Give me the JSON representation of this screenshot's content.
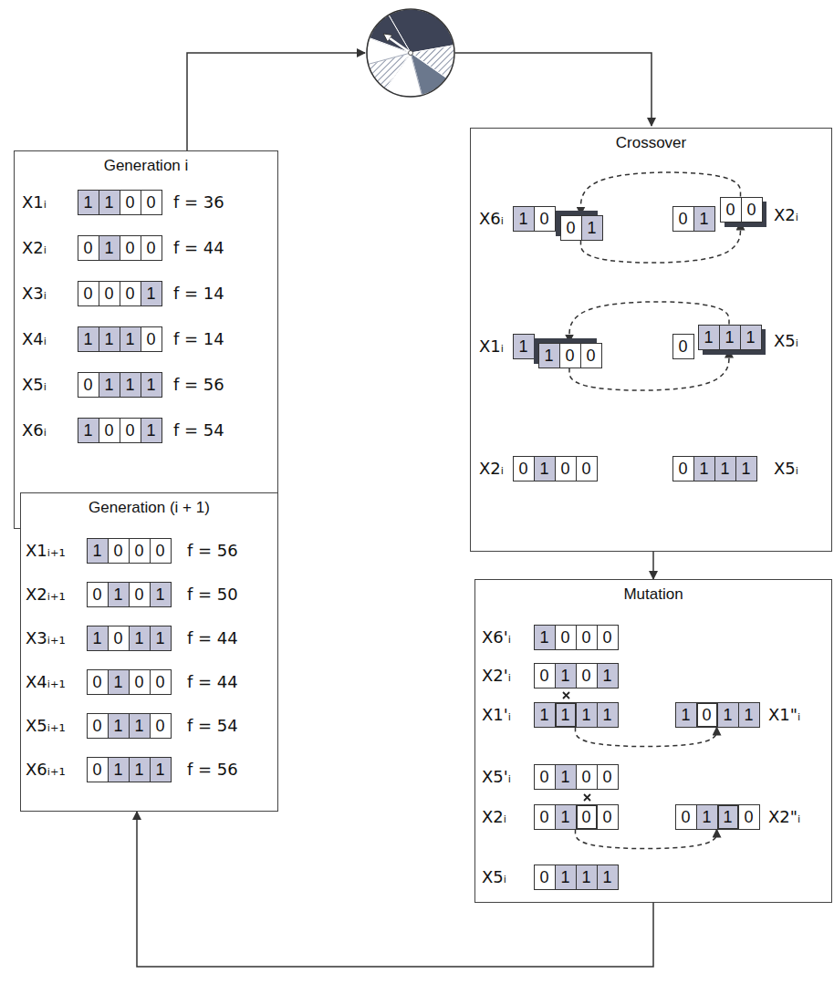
{
  "diagram": {
    "nodes": [
      {
        "text": [
          "Generation i"
        ]
      },
      {
        "text": [
          "1",
          "1",
          "0",
          "0"
        ],
        "in": 0
      },
      {
        "text": [
          "0",
          "1",
          "0",
          "0"
        ],
        "in": 0
      },
      {
        "text": [
          "0",
          "0",
          "0",
          "1"
        ],
        "in": 0
      },
      {
        "text": [
          "1",
          "1",
          "1",
          "0"
        ],
        "in": 0
      },
      {
        "text": [
          "0",
          "1",
          "1",
          "1"
        ],
        "in": 0
      },
      {
        "text": [
          "1",
          "0",
          "0",
          "1"
        ],
        "in": 0
      },
      {
        "text": [
          "Generation (i + 1)"
        ]
      },
      {
        "text": [
          "1",
          "0",
          "0",
          "0"
        ],
        "in": 7
      },
      {
        "text": [
          "0",
          "1",
          "0",
          "1"
        ],
        "in": 7
      },
      {
        "text": [
          "1",
          "0",
          "1",
          "1"
        ],
        "in": 7
      },
      {
        "text": [
          "0",
          "1",
          "0",
          "0"
        ],
        "in": 7
      },
      {
        "text": [
          "0",
          "1",
          "1",
          "0"
        ],
        "in": 7
      },
      {
        "text": [
          "0",
          "1",
          "1",
          "1"
        ],
        "in": 7
      },
      {
        "text": [
          "Crossover"
        ]
      },
      {
        "text": [
          "1",
          "0"
        ],
        "in": 14
      },
      {
        "text": [
          "0",
          "1"
        ],
        "in": 14
      },
      {
        "text": [
          "0",
          "1"
        ],
        "in": 14
      },
      {
        "text": [
          "0",
          "0"
        ],
        "in": 14
      },
      {
        "text": [
          "1"
        ],
        "in": 14
      },
      {
        "text": [
          "1",
          "0",
          "0"
        ],
        "in": 14
      },
      {
        "text": [
          "0"
        ],
        "in": 14
      },
      {
        "text": [
          "1",
          "1",
          "1"
        ],
        "in": 14
      },
      {
        "text": [
          "0",
          "1",
          "0",
          "0"
        ],
        "in": 14
      },
      {
        "text": [
          "0",
          "1",
          "1",
          "1"
        ],
        "in": 14
      },
      {
        "text": [
          "Mutation"
        ]
      },
      {
        "text": [
          "1",
          "0",
          "0",
          "0"
        ],
        "in": 25
      },
      {
        "text": [
          "0",
          "1",
          "0",
          "1"
        ],
        "in": 25
      },
      {
        "text": [
          "1",
          "1",
          "1",
          "1"
        ],
        "in": 25
      },
      {
        "text": [
          "1",
          "0",
          "1",
          "1"
        ],
        "in": 25
      },
      {
        "text": [
          "0",
          "1",
          "0",
          "0"
        ],
        "in": 25
      },
      {
        "text": [
          "0",
          "1",
          "0",
          "0"
        ],
        "in": 25
      },
      {
        "text": [
          "0",
          "1",
          "1",
          "0"
        ],
        "in": 25
      },
      {
        "text": [
          "0",
          "1",
          "1",
          "1"
        ],
        "in": 25
      }
    ],
    "edges": [
      {
        "from": 14,
        "to": 25,
        "arrow": "to"
      },
      {
        "from": 25,
        "to": 7,
        "arrow": "to"
      },
      {
        "from": 18,
        "to": 16,
        "arrow": "to"
      },
      {
        "from": 16,
        "to": 18,
        "arrow": "to"
      },
      {
        "from": 22,
        "to": 20,
        "arrow": "to"
      },
      {
        "from": 20,
        "to": 22,
        "arrow": "to"
      },
      {
        "from": 28,
        "to": 29,
        "arrow": "to"
      },
      {
        "from": 31,
        "to": 32,
        "arrow": "to"
      }
    ],
    "labels": [
      "X1ᵢ",
      "f = 36",
      "X2ᵢ",
      "f = 44",
      "X3ᵢ",
      "f = 14",
      "X4ᵢ",
      "f = 14",
      "X5ᵢ",
      "f = 56",
      "X6ᵢ",
      "f = 54",
      "X1ᵢ₊₁",
      "f = 56",
      "X2ᵢ₊₁",
      "f = 50",
      "X3ᵢ₊₁",
      "f = 44",
      "X4ᵢ₊₁",
      "f = 44",
      "X5ᵢ₊₁",
      "f = 54",
      "X6ᵢ₊₁",
      "f = 56",
      "X6ᵢ",
      "X2ᵢ",
      "X1ᵢ",
      "X5ᵢ",
      "X2ᵢ",
      "X5ᵢ",
      "X6'ᵢ",
      "X2'ᵢ",
      "X1'ᵢ",
      "X1\"ᵢ",
      "X5'ᵢ",
      "X2ᵢ",
      "X2\"ᵢ",
      "X5ᵢ"
    ]
  }
}
